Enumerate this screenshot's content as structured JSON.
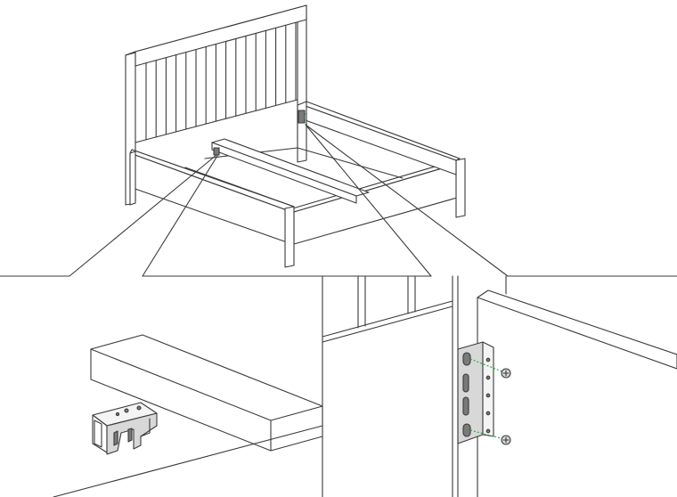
{
  "diagram": {
    "views": [
      {
        "id": "overview",
        "depicts": "bed-frame-assembly"
      },
      {
        "id": "detail-left",
        "depicts": "center-rail-bracket"
      },
      {
        "id": "detail-right",
        "depicts": "corner-bracket-with-screws"
      }
    ],
    "colors": {
      "line": "#3a3a3a",
      "highlight": "#2ea84a",
      "background": "#ffffff"
    },
    "icons": [
      "bed-frame-icon",
      "center-bracket-icon",
      "corner-bracket-icon",
      "screw-icon"
    ]
  }
}
